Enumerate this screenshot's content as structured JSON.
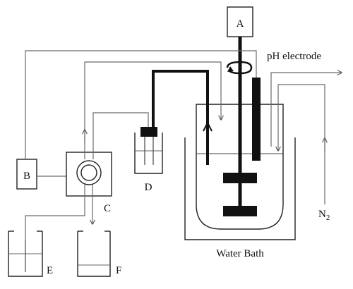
{
  "labels": {
    "a": "A",
    "b": "B",
    "c": "C",
    "d": "D",
    "e": "E",
    "f": "F",
    "ph_electrode": "pH electrode",
    "n2": "N",
    "n2_sub": "2",
    "water_bath": "Water Bath"
  }
}
